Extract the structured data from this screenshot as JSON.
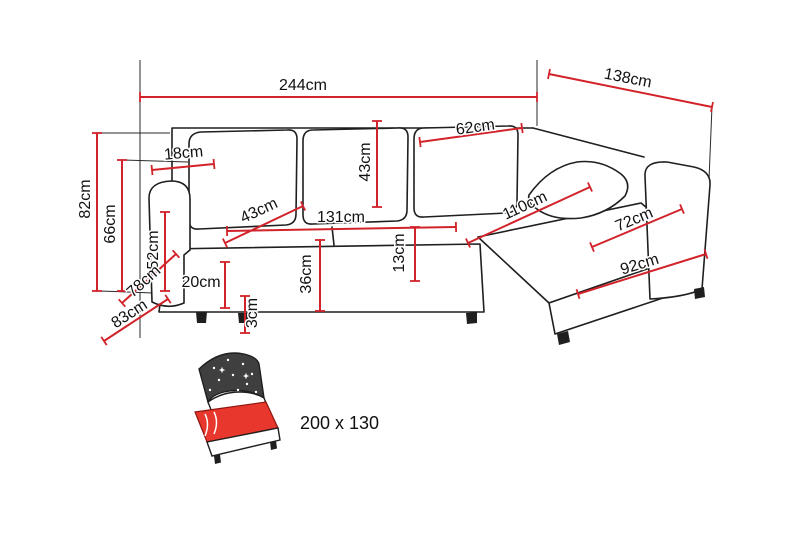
{
  "diagram": {
    "accent_color": "#d2232a",
    "outline_color": "#1f1f1f",
    "labels": {
      "d244": "244cm",
      "d138": "138cm",
      "d82": "82cm",
      "d66": "66cm",
      "d18": "18cm",
      "d43_seat": "43cm",
      "d43_cushion": "43cm",
      "d62": "62cm",
      "d52": "52cm",
      "d78": "78cm",
      "d83": "83cm",
      "d20": "20cm",
      "d3": "3cm",
      "d131": "131cm",
      "d36": "36cm",
      "d13": "13cm",
      "d110": "110cm",
      "d72": "72cm",
      "d92": "92cm"
    },
    "sleeping_area_label": "200 x 130",
    "icon_colors": {
      "mattress_red": "#e8372c",
      "backrest_dark": "#3f3f3f"
    }
  }
}
